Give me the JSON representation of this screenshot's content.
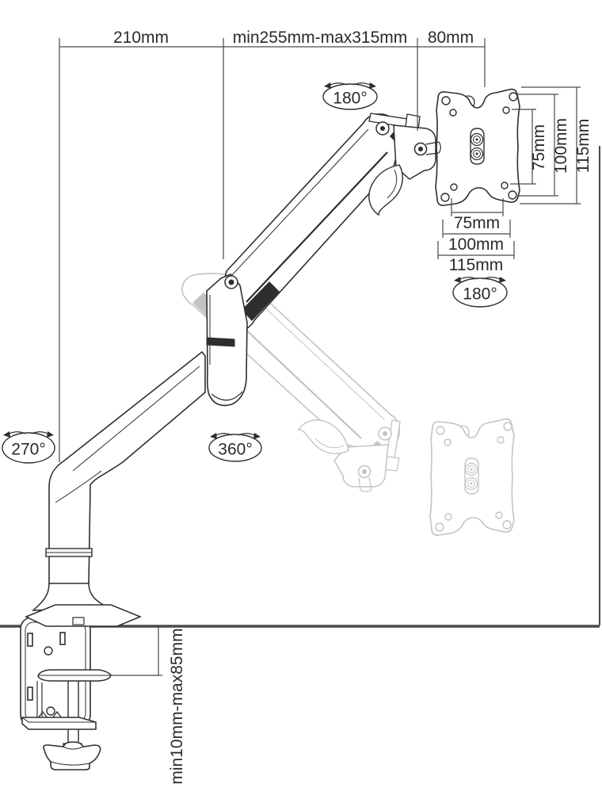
{
  "dims": {
    "reach": "210mm",
    "height_range": "min255mm-max315mm",
    "head_offset": "80mm",
    "vesa_v": {
      "inner": "75mm",
      "mid": "100mm",
      "outer": "115mm"
    },
    "vesa_h": {
      "inner": "75mm",
      "mid": "100mm",
      "outer": "115mm"
    },
    "clamp_range": "min10mm-max85mm"
  },
  "rotations": {
    "head_tilt": "180°",
    "plate_rotate": "180°",
    "base_swivel": "270°",
    "arm_swivel": "360°"
  },
  "colors": {
    "line": "#2e2e2e",
    "dimension": "#4a4a4a",
    "ghost": "#c3c3c3",
    "desk": "#4a4a4a",
    "text": "#2a2a2a",
    "background": "#ffffff"
  }
}
